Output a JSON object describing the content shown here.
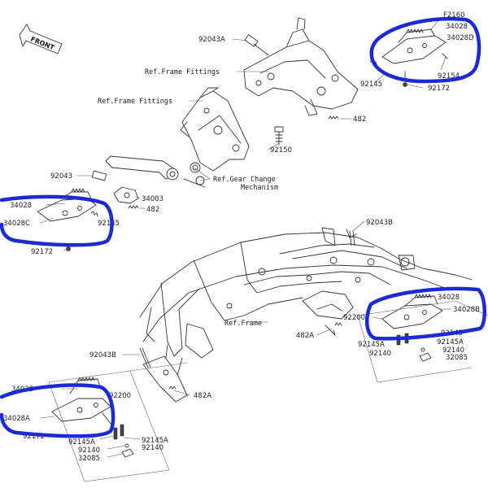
{
  "diagram": {
    "front_label": "FRONT",
    "highlight_color": "#1a2bd6",
    "reference_labels": {
      "frame_fittings_top": "Ref.Frame Fittings",
      "frame_fittings_mid": "Ref.Frame Fittings",
      "gear_change_line1": "Ref.Gear Change",
      "gear_change_line2": "Mechanism",
      "frame": "Ref.Frame"
    },
    "part_labels": {
      "p_f2160": "F2160",
      "p_34028_tr": "34028",
      "p_34028d": "34028D",
      "p_92043a_top": "92043A",
      "p_92154": "92154",
      "p_92145_tr": "92145",
      "p_92172_tr": "92172",
      "p_482_top": "482",
      "p_92150": "92150",
      "p_92043": "92043",
      "p_34003": "34003",
      "p_482_mid": "482",
      "p_34028_left": "34028",
      "p_34028c": "34028C",
      "p_92145_left": "92145",
      "p_92172_left": "92172",
      "p_92043b_right": "92043B",
      "p_34028_r": "34028",
      "p_34028b": "34028B",
      "p_92200_r": "92200",
      "p_92145_r": "92145",
      "p_92145a_r1": "92145A",
      "p_92145a_r2": "92145A",
      "p_92140_r1": "92140",
      "p_92140_r2": "92140",
      "p_32085_r": "32085",
      "p_482a_r": "482A",
      "p_92043b_left": "92043B",
      "p_34028_bl": "34028",
      "p_92200_bl": "92200",
      "p_482a_bl": "482A",
      "p_34028a": "34028A",
      "p_92172_bl": "92172",
      "p_92145a_bl1": "92145A",
      "p_92145a_bl2": "92145A",
      "p_92140_bl1": "92140",
      "p_92140_bl2": "92140",
      "p_32085_bl": "32085"
    }
  }
}
